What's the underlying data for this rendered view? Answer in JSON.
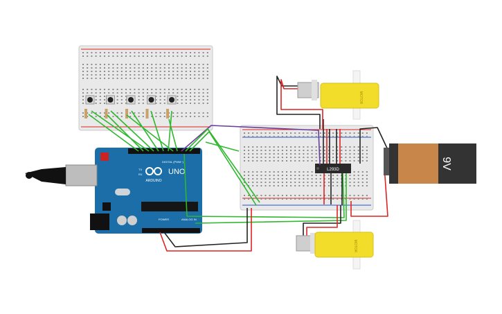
{
  "arduino": {
    "brand": "UNO",
    "logo_text": "ARDUINO",
    "digital_label": "DIGITAL (PWM~)",
    "power_label": "POWER",
    "analog_label": "ANALOG IN",
    "tx_label": "TX",
    "rx_label": "RX"
  },
  "driver": {
    "label": "L293D"
  },
  "battery": {
    "label": "9V"
  },
  "motors": [
    {
      "label": "MOTOR"
    },
    {
      "label": "MOTOR"
    }
  ],
  "buttons_count": 5,
  "colors": {
    "board": "#1b6ea8",
    "breadboard": "#e9e9e9",
    "wire_green": "#2eb82e",
    "wire_red": "#dd2222",
    "wire_black": "#222222",
    "wire_purple": "#6a3d9a",
    "motor": "#f2dd2a",
    "battery_body": "#c8864a",
    "battery_dark": "#333333"
  }
}
